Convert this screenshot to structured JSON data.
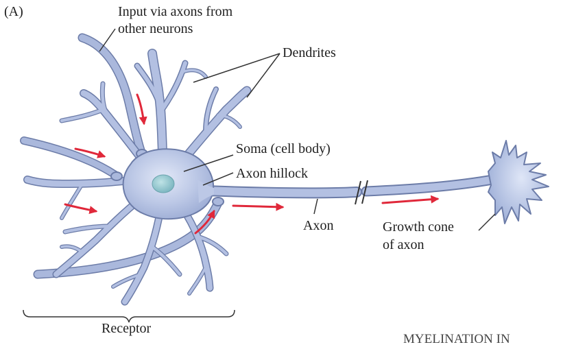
{
  "figure": {
    "panel_label": "(A)",
    "labels": {
      "input_line1": "Input via axons from",
      "input_line2": "other neurons",
      "dendrites": "Dendrites",
      "soma": "Soma (cell body)",
      "axon_hillock": "Axon hillock",
      "axon": "Axon",
      "growth_cone_line1": "Growth cone",
      "growth_cone_line2": "of axon",
      "receptor": "Receptor",
      "cut_off_text": "MYELINATION IN"
    },
    "colors": {
      "neuron_fill": "#aab8dc",
      "neuron_highlight": "#d3dcf2",
      "neuron_outline": "#6c7ca8",
      "nucleus": "#8fc4cc",
      "signal_arrow": "#e0283a",
      "leader_line": "#333333"
    }
  }
}
